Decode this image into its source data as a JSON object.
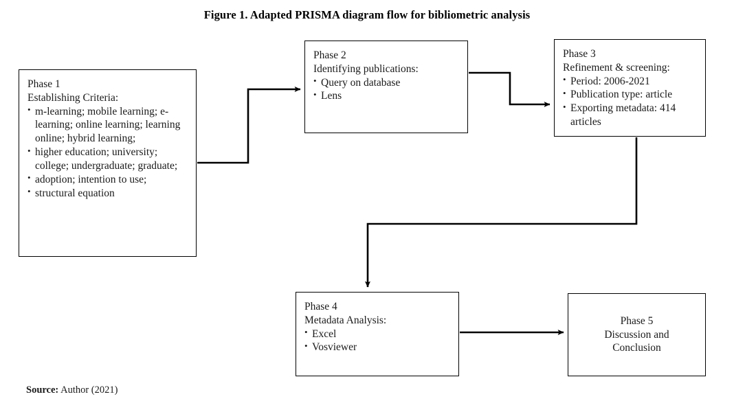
{
  "figure": {
    "title": "Figure 1. Adapted PRISMA diagram flow for bibliometric analysis",
    "source_label": "Source:",
    "source_value": "Author (2021)",
    "line_color": "#000000",
    "background_color": "#ffffff",
    "text_color": "#1a1a1a"
  },
  "phases": {
    "phase1": {
      "label": "Phase 1",
      "subtitle": "Establishing Criteria:",
      "items": [
        "m-learning; mobile learning; e-learning; online learning; learning online; hybrid learning;",
        "higher education; university; college; undergraduate; graduate;",
        "adoption; intention to use;",
        "structural equation"
      ]
    },
    "phase2": {
      "label": "Phase 2",
      "subtitle": "Identifying publications:",
      "items": [
        "Query on database",
        "Lens"
      ]
    },
    "phase3": {
      "label": "Phase 3",
      "subtitle": "Refinement & screening:",
      "items": [
        "Period: 2006-2021",
        "Publication type: article",
        "Exporting metadata: 414 articles"
      ]
    },
    "phase4": {
      "label": "Phase 4",
      "subtitle": "Metadata Analysis:",
      "items": [
        "Excel",
        "Vosviewer"
      ]
    },
    "phase5": {
      "label": "Phase 5",
      "line2": "Discussion and",
      "line3": "Conclusion"
    }
  },
  "connectors": [
    {
      "name": "phase1-to-phase2",
      "from": "phase1",
      "to": "phase2"
    },
    {
      "name": "phase2-to-phase3",
      "from": "phase2",
      "to": "phase3"
    },
    {
      "name": "phase3-to-phase4",
      "from": "phase3",
      "to": "phase4"
    },
    {
      "name": "phase4-to-phase5",
      "from": "phase4",
      "to": "phase5"
    }
  ]
}
